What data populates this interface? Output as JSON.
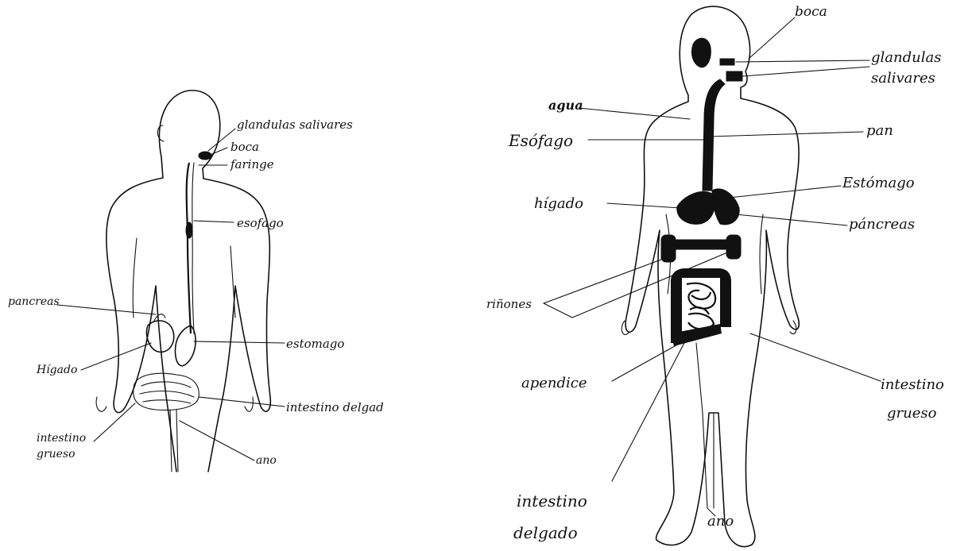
{
  "left_figure": {
    "labels": {
      "glandulas_salivares": "glandulas salivares",
      "boca": "boca",
      "faringe": "faringe",
      "esofago": "esofago",
      "pancreas": "pancreas",
      "estomago": "estomago",
      "higado": "Hígado",
      "intestino_delgado": "intestino delgad",
      "intestino_grueso_1": "intestino",
      "intestino_grueso_2": "grueso",
      "ano": "ano"
    }
  },
  "right_figure": {
    "labels": {
      "boca": "boca",
      "glandulas_1": "glandulas",
      "glandulas_2": "salivares",
      "agua": "agua",
      "esofago": "Esófago",
      "pan": "pan",
      "estomago": "Estómago",
      "higado": "hígado",
      "pancreas": "páncreas",
      "rinones": "riñones",
      "apendice": "apendice",
      "intestino_grueso_1": "intestino",
      "intestino_grueso_2": "grueso",
      "intestino_delgado_1": "intestino",
      "intestino_delgado_2": "delgado",
      "ano": "ano"
    }
  }
}
